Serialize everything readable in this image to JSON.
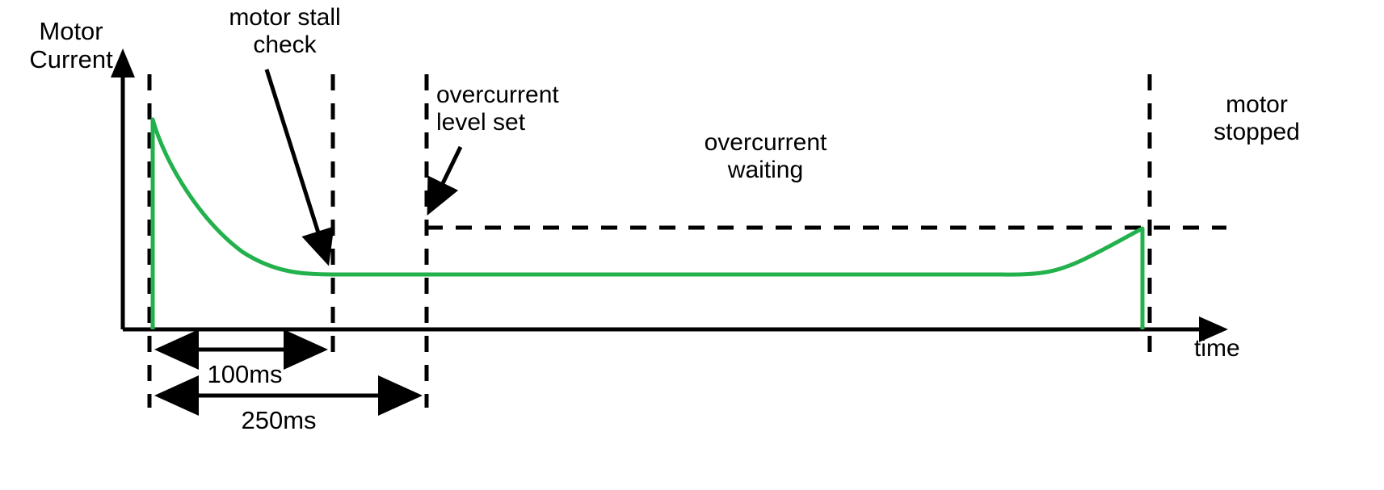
{
  "title": "Motor current overcurrent timing diagram",
  "axes": {
    "y_label": "Motor\nCurrent",
    "x_label": "time"
  },
  "annotations": {
    "motor_stall_check": "motor stall\ncheck",
    "overcurrent_level_set": "overcurrent\nlevel set",
    "overcurrent_waiting": "overcurrent\nwaiting",
    "motor_stopped": "motor\nstopped"
  },
  "dimensions": {
    "first": "100ms",
    "second": "250ms"
  },
  "colors": {
    "curve": "#22b14c",
    "line": "#000000",
    "background": "#ffffff"
  },
  "chart_data": {
    "type": "line",
    "title": "Motor current vs time with overcurrent protection",
    "xlabel": "time",
    "ylabel": "Motor Current",
    "grid": false,
    "legend": "none",
    "series": [
      {
        "name": "Motor Current",
        "color": "#22b14c",
        "points": [
          {
            "t_ms": 0,
            "current": 0
          },
          {
            "t_ms": 0,
            "current": 100
          },
          {
            "t_ms": 12,
            "current": 78
          },
          {
            "t_ms": 25,
            "current": 58
          },
          {
            "t_ms": 40,
            "current": 40
          },
          {
            "t_ms": 60,
            "current": 25
          },
          {
            "t_ms": 80,
            "current": 16
          },
          {
            "t_ms": 100,
            "current": 12
          },
          {
            "t_ms": 250,
            "current": 12
          },
          {
            "t_ms": 900,
            "current": 12
          },
          {
            "t_ms": 1040,
            "current": 11
          },
          {
            "t_ms": 1120,
            "current": 20
          },
          {
            "t_ms": 1180,
            "current": 40
          },
          {
            "t_ms": 1215,
            "current": 53
          },
          {
            "t_ms": 1215,
            "current": 0
          }
        ]
      }
    ],
    "reference_lines": [
      {
        "name": "overcurrent-level",
        "orientation": "horizontal",
        "value": 53,
        "style": "dashed",
        "label": "overcurrent level set",
        "t_start_ms": 250,
        "t_end_ms": 1330
      },
      {
        "name": "motor-start",
        "orientation": "vertical",
        "t_ms": 0,
        "style": "dashed"
      },
      {
        "name": "motor-stall-check",
        "orientation": "vertical",
        "t_ms": 100,
        "style": "dashed"
      },
      {
        "name": "overcurrent-level-set",
        "orientation": "vertical",
        "t_ms": 250,
        "style": "dashed"
      },
      {
        "name": "motor-stopped",
        "orientation": "vertical",
        "t_ms": 1215,
        "style": "dashed"
      }
    ],
    "intervals": [
      {
        "label": "100ms",
        "from_ms": 0,
        "to_ms": 100
      },
      {
        "label": "250ms",
        "from_ms": 0,
        "to_ms": 250
      }
    ]
  }
}
